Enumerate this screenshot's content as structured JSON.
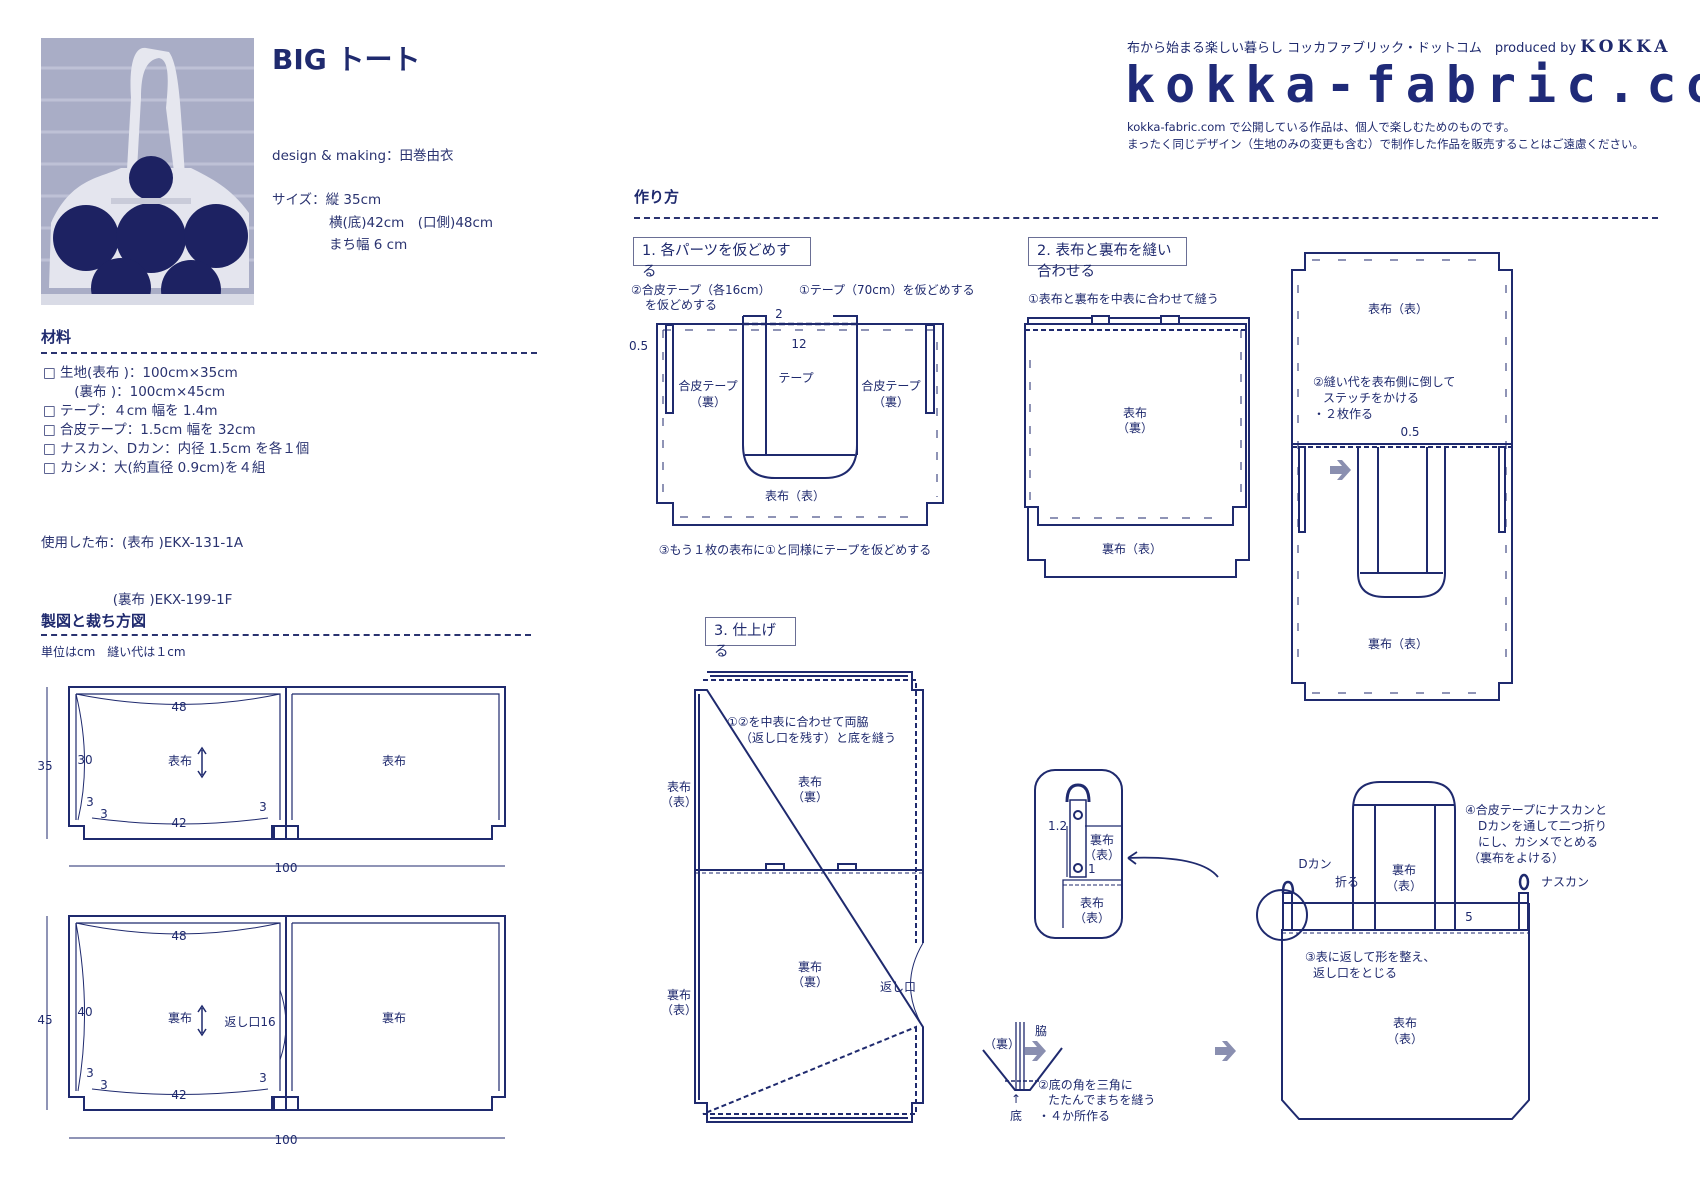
{
  "header": {
    "title": "BIG トート",
    "designer": "design & making：田巻由衣",
    "size_label": "サイズ：縦 35cm",
    "size_width": "横(底)42cm　(口側)48cm",
    "size_gusset": "まち幅 6 cm",
    "tagline": "布から始まる楽しい暮らし コッカファブリック・ドットコム　produced by",
    "brand": "KOKKA",
    "logo": "kokka-fabric.com",
    "notice_1": "kokka-fabric.com で公開している作品は、個人で楽しむためのものです。",
    "notice_2": "まったく同じデザイン（生地のみの変更も含む）で制作した作品を販売することはご遠慮ください。"
  },
  "materials": {
    "heading": "材料",
    "items": [
      "□ 生地(表布 )：100cm×35cm",
      "　　 (裏布 )：100cm×45cm",
      "□ テープ：４cm 幅を 1.4m",
      "□ 合皮テープ：1.5cm 幅を 32cm",
      "□ ナスカン、Dカン：内径 1.5cm を各１個",
      "□ カシメ：大(約直径 0.9cm)を４組"
    ],
    "used_fabric_1": "使用した布：(表布 )EKX-131-1A",
    "used_fabric_2": "　　　　　 (裏布 )EKX-199-1F"
  },
  "pattern": {
    "heading": "製図と裁ち方図",
    "unit_note": "単位はcm　縫い代は１cm",
    "outer": {
      "height": "35",
      "top_width": "48",
      "side": "30",
      "bottom": "42",
      "corner": "3",
      "total_width": "100",
      "left_label": "表布",
      "right_label": "表布"
    },
    "lining": {
      "height": "45",
      "top_width": "48",
      "side": "40",
      "bottom": "42",
      "corner": "3",
      "total_width": "100",
      "left_label": "裏布",
      "right_label": "裏布",
      "opening": "返し口16"
    }
  },
  "howto": {
    "heading": "作り方",
    "step1": {
      "title": "1. 各パーツを仮どめする",
      "note_leather_1": "②合皮テープ（各16cm）",
      "note_leather_2": "を仮どめする",
      "note_tape": "①テープ（70cm）を仮どめする",
      "dim_2": "2",
      "dim_05": "0.5",
      "dim_12": "12",
      "leather_label": "合皮テープ",
      "wrong_side": "（裏）",
      "tape_label": "テープ",
      "outer_label": "表布（表）",
      "note_repeat": "③もう１枚の表布に①と同様にテープを仮どめする"
    },
    "step2": {
      "title": "2. 表布と裏布を縫い合わせる",
      "note_sew": "①表布と裏布を中表に合わせて縫う",
      "outer_wrong_1": "表布",
      "outer_wrong_2": "（裏）",
      "lining_right": "裏布（表）",
      "outer_right": "表布（表）",
      "note_stitch_1": "②縫い代を表布側に倒して",
      "note_stitch_2": "ステッチをかける",
      "note_stitch_3": "・２枚作る",
      "dim_05": "0.5"
    },
    "step3": {
      "title": "3. 仕上げる",
      "note_sides_1": "①②を中表に合わせて両脇",
      "note_sides_2": "（返し口を残す）と底を縫う",
      "outer_side": "表布",
      "right_side": "（表）",
      "lining_side": "裏布",
      "outer_wrong": "表布",
      "lining_wrong": "裏布",
      "wrong": "（裏）",
      "opening": "返し口",
      "side_seam": "脇",
      "corner_wrong": "（裏）",
      "bottom_arrow": "↑",
      "bottom": "底",
      "note_corner_1": "②底の角を三角に",
      "note_corner_2": "たたんでまちを縫う",
      "note_corner_3": "・４か所作る",
      "detail_dim_12": "1.2",
      "detail_dim_1": "1",
      "detail_lining": "裏布",
      "detail_outer": "表布",
      "d_ring": "Dカン",
      "fold": "折る",
      "lining_label": "裏布",
      "note_hardware_1": "④合皮テープにナスカンと",
      "note_hardware_2": "Dカンを通して二つ折り",
      "note_hardware_3": "にし、カシメでとめる",
      "note_hardware_4": "（裏布をよける）",
      "snap_hook": "ナスカン",
      "dim_5": "5",
      "note_turn_1": "③表に返して形を整え、",
      "note_turn_2": "返し口をとじる",
      "outer_label": "表布"
    }
  },
  "colors": {
    "ink": "#1f2a6e",
    "arrow": "#8a8fb0"
  }
}
